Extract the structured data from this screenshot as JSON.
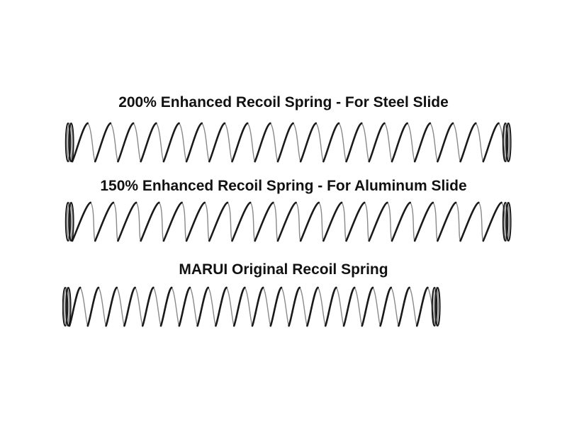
{
  "springs": [
    {
      "label": "200% Enhanced Recoil Spring - For Steel Slide",
      "coil_count": 19,
      "icon": "spring-icon"
    },
    {
      "label": "150% Enhanced Recoil Spring - For Aluminum Slide",
      "coil_count": 19,
      "icon": "spring-icon"
    },
    {
      "label": "MARUI Original Recoil Spring",
      "coil_count": 20,
      "icon": "spring-icon"
    }
  ],
  "colors": {
    "background": "#ffffff",
    "text": "#111111",
    "wire_dark": "#1a1a1a",
    "wire_light": "#8a8a8a"
  }
}
